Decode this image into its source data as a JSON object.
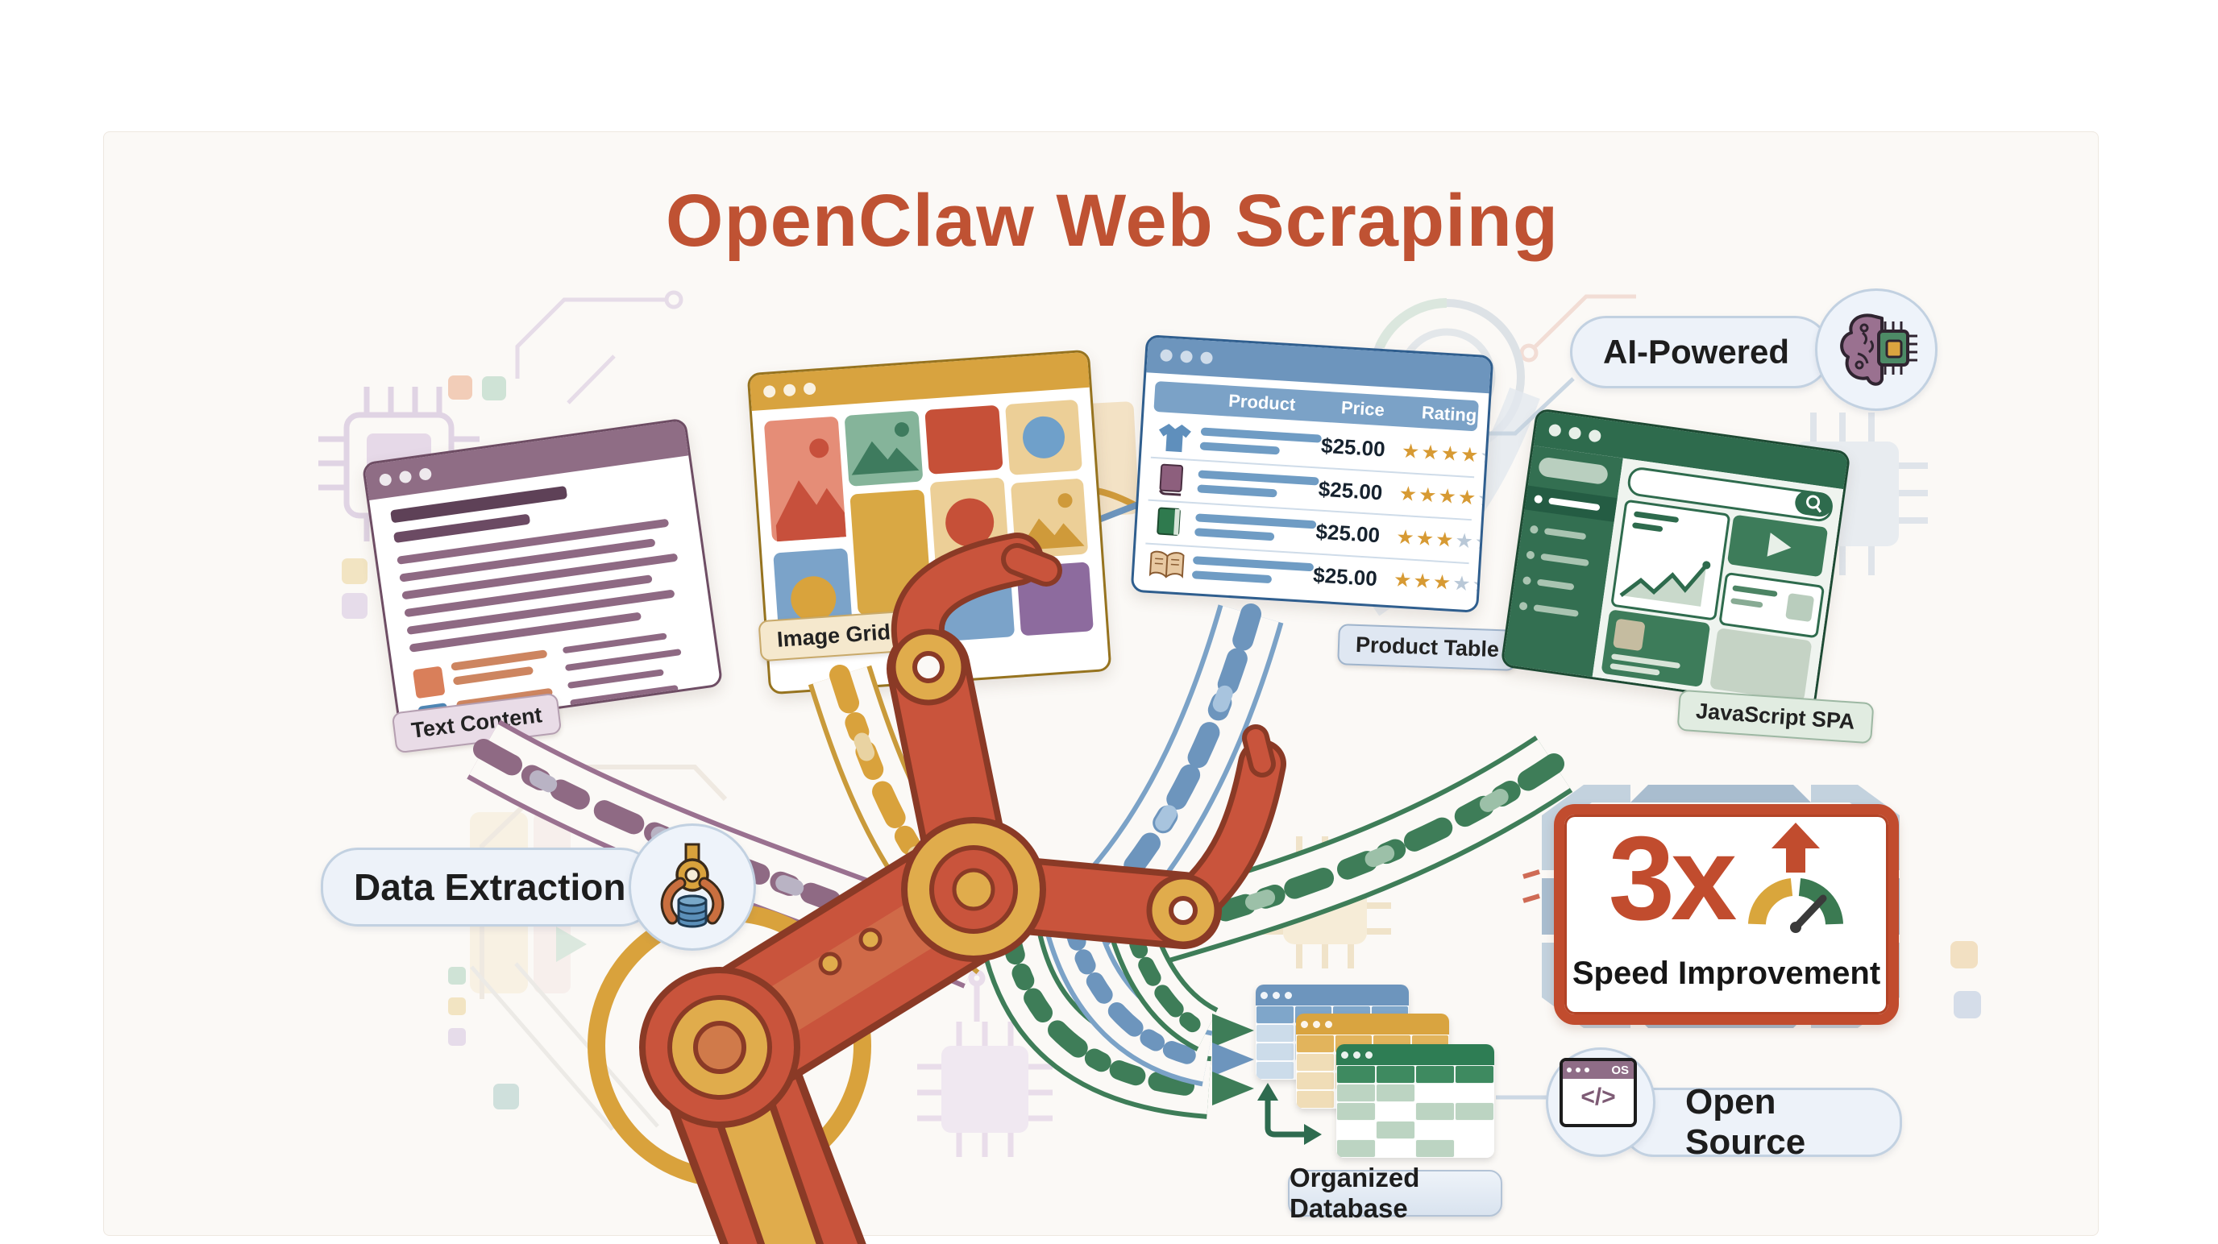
{
  "title": "OpenClaw Web Scraping",
  "windows": {
    "text_content": {
      "label": "Text Content"
    },
    "image_grid": {
      "label": "Image Grid"
    },
    "product_table": {
      "label": "Product Table",
      "columns": [
        "Product",
        "Price",
        "Rating"
      ],
      "star_glyph": "★",
      "rows": [
        {
          "icon": "tshirt-icon",
          "price": "$25.00",
          "rating": 4,
          "max_rating": 5
        },
        {
          "icon": "book-purple-icon",
          "price": "$25.00",
          "rating": 4,
          "max_rating": 5
        },
        {
          "icon": "book-green-icon",
          "price": "$25.00",
          "rating": 3,
          "max_rating": 5
        },
        {
          "icon": "open-book-icon",
          "price": "$25.00",
          "rating": 3,
          "max_rating": 5
        }
      ]
    },
    "javascript_spa": {
      "label": "JavaScript SPA"
    }
  },
  "callouts": {
    "ai_powered": {
      "label": "AI-Powered",
      "icon": "brain-chip-icon"
    },
    "data_extraction": {
      "label": "Data Extraction",
      "icon": "claw-database-icon"
    },
    "speed_improvement": {
      "multiplier": "3x",
      "caption": "Speed Improvement",
      "icon": "up-arrow-gauge-icon"
    },
    "open_source": {
      "label": "Open Source",
      "icon": "code-browser-icon",
      "icon_badge": "OS",
      "icon_glyph": "</>"
    }
  },
  "database": {
    "label": "Organized Database"
  },
  "colors": {
    "title_red": "#bf5233",
    "accent_red": "#c14c2e",
    "robot_red": "#c9543c",
    "robot_gold": "#e0ac4c",
    "purple": "#8f6d85",
    "gold": "#d8a33f",
    "blue": "#6d95bd",
    "green": "#2e6b4d",
    "star_gold": "#d79a33",
    "star_empty": "#b9c8d7",
    "pill_bg": "#edf2f9",
    "pill_border": "#c2d1e1",
    "gauge_yellow": "#d9a63c",
    "gauge_green": "#3b7a52",
    "canvas_bg": "#fbf9f6"
  }
}
